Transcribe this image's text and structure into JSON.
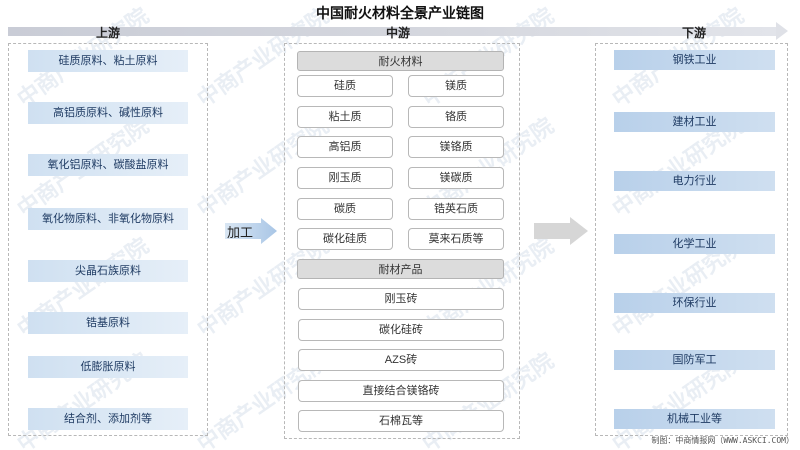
{
  "title": "中国耐火材料全景产业链图",
  "sections": {
    "upstream": "上游",
    "midstream": "中游",
    "downstream": "下游"
  },
  "process_label": "加工",
  "upstream": [
    "硅质原料、粘土原料",
    "高铝质原料、碱性原料",
    "氧化铝原料、碳酸盐原料",
    "氧化物原料、非氧化物原料",
    "尖晶石族原料",
    "锆基原料",
    "低膨胀原料",
    "结合剂、添加剂等"
  ],
  "midstream": {
    "materials_header": "耐火材料",
    "materials": [
      [
        "硅质",
        "镁质"
      ],
      [
        "粘土质",
        "铬质"
      ],
      [
        "高铝质",
        "镁铬质"
      ],
      [
        "刚玉质",
        "镁碳质"
      ],
      [
        "碳质",
        "锆英石质"
      ],
      [
        "碳化硅质",
        "莫来石质等"
      ]
    ],
    "products_header": "耐材产品",
    "products": [
      "刚玉砖",
      "碳化硅砖",
      "AZS砖",
      "直接结合镁铬砖",
      "石棉瓦等"
    ]
  },
  "downstream": [
    "钢铁工业",
    "建材工业",
    "电力行业",
    "化学工业",
    "环保行业",
    "国防军工",
    "机械工业等"
  ],
  "credit": "制图：中商情报网（WWW.ASKCI.COM）",
  "watermark": "中商产业研究院",
  "colors": {
    "upstream_fill": "#dbe8f5",
    "downstream_fill": "#c3d7ee",
    "header_fill": "#dcdcdc",
    "text_blue": "#1f3b63"
  }
}
